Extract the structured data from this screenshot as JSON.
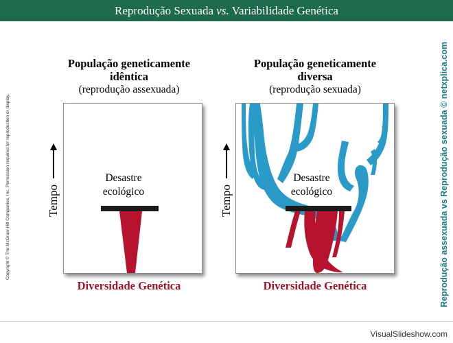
{
  "header": {
    "title_part1": "Reprodução Sexuada ",
    "title_vs": "vs.",
    "title_part2": " Variabilidade Genética"
  },
  "copyright": "Copyright © The McGraw-Hill Companies, Inc. Permission required for reproduction or display.",
  "side_caption": "Reprodução assexuada vs Reprodução sexuada © netxplica.com",
  "left_panel": {
    "title_line1": "População geneticamente",
    "title_line2": "idêntica",
    "subtitle": "(reprodução assexuada)",
    "axis_label": "Tempo",
    "disaster_line1": "Desastre",
    "disaster_line2": "ecológico",
    "diversity_label": "Diversidade Genética"
  },
  "right_panel": {
    "title_line1": "População geneticamente",
    "title_line2": "diversa",
    "subtitle": "(reprodução sexuada)",
    "axis_label": "Tempo",
    "disaster_line1": "Desastre",
    "disaster_line2": "ecológico",
    "diversity_label": "Diversidade Genética"
  },
  "colors": {
    "header_bg": "#1d6a4c",
    "crimson": "#b8132e",
    "blue": "#2a9ac8",
    "label_red": "#a31226"
  },
  "watermark": "VisualSlideshow.com"
}
